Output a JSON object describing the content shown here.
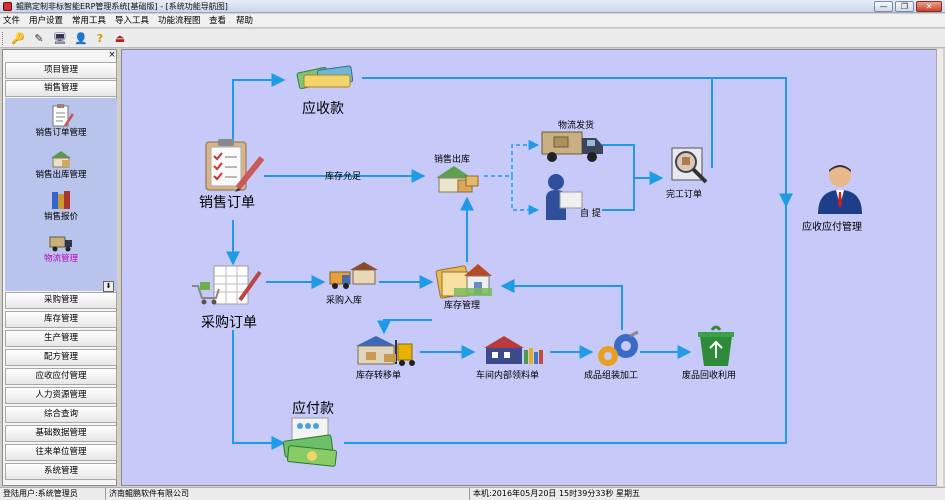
{
  "window": {
    "title": "鲲鹏定制非标智能ERP管理系统[基础版] - [系统功能导航图]",
    "minimize": "—",
    "maximize": "❐",
    "close": "✕"
  },
  "menu": [
    "文件",
    "用户设置",
    "常用工具",
    "导入工具",
    "功能流程图",
    "查看",
    "帮助"
  ],
  "toolbar": {
    "buttons": [
      "key-icon",
      "wand-icon",
      "monitor-icon",
      "user-icon",
      "help-icon",
      "exit-icon"
    ],
    "glyphs": [
      "🔑",
      "✎",
      "🖥",
      "👤",
      "?",
      "⏏"
    ]
  },
  "left_panel": {
    "close": "×",
    "top_modules": [
      "项目管理",
      "销售管理"
    ],
    "sub_items": [
      {
        "label": "销售订单管理",
        "icon": "sales-order-icon"
      },
      {
        "label": "销售出库管理",
        "icon": "sales-outbound-icon"
      },
      {
        "label": "销售报价",
        "icon": "sales-quote-icon"
      },
      {
        "label": "物流管理",
        "icon": "logistics-icon"
      }
    ],
    "scroll_glyph": "⬇",
    "bottom_modules": [
      "采购管理",
      "库存管理",
      "生产管理",
      "配方管理",
      "应收应付管理",
      "人力资源管理",
      "综合查询",
      "基础数据管理",
      "往来单位管理",
      "系统管理"
    ]
  },
  "flow": {
    "receivable": "应收款",
    "sales_order": "销售订单",
    "stock_allowed": "库存允足",
    "sales_outbound": "销售出库",
    "logistics_ship": "物流发货",
    "self_pickup": "自 提",
    "completed_order": "完工订单",
    "ar_ap_mgmt": "应收应付管理",
    "purchase_order": "采购订单",
    "purchase_inbound": "采购入库",
    "inventory_mgmt": "库存管理",
    "stock_transfer": "库存转移单",
    "workshop_requisition": "车间内部领料单",
    "assembly": "成品组装加工",
    "waste_recycle": "废品回收利用",
    "payable": "应付款"
  },
  "status": {
    "user": "登陆用户:系统管理员",
    "company": "济南鲲鹏软件有限公司",
    "datetime": "本机:2016年05月20日  15时39分33秒  星期五"
  },
  "colors": {
    "canvas": "#c7c9f8",
    "arrow": "#1e9be6",
    "subpane": "#b8c4eb",
    "active_sub": "#c000c0"
  }
}
